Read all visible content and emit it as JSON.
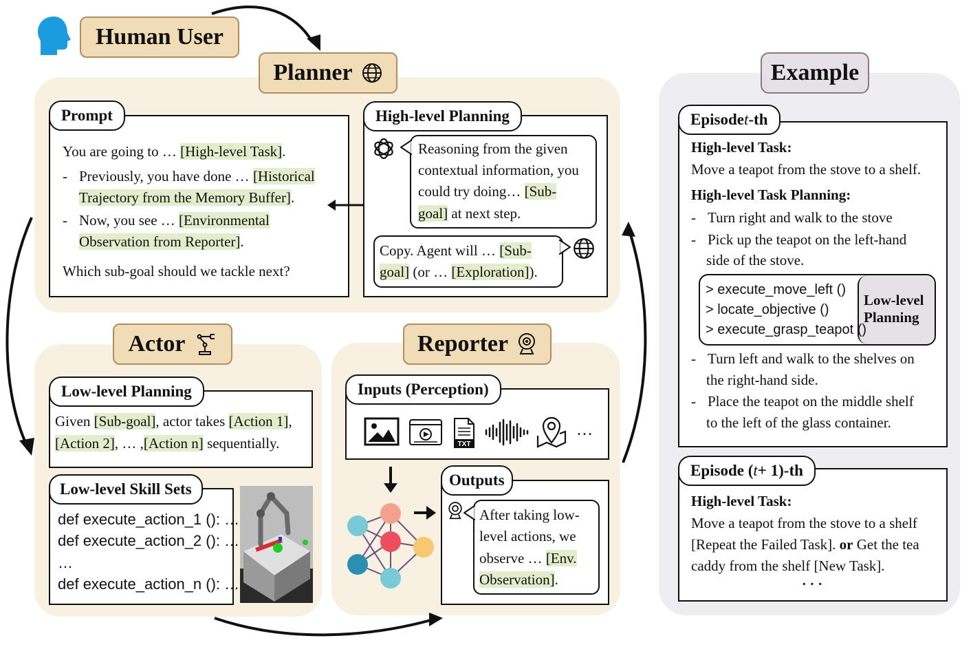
{
  "title_human": "Human User",
  "title_planner": "Planner",
  "title_actor": "Actor",
  "title_reporter": "Reporter",
  "title_example": "Example",
  "prompt": {
    "tab": "Prompt",
    "l1a": "You are going to … ",
    "l1b": "[High-level Task]",
    "l1c": ".",
    "l2a": "Previously, you have done … ",
    "l2b": "[Historical",
    "l3a": "Trajectory from the Memory Buffer]",
    "l3b": ".",
    "l4a": "Now, you see … ",
    "l4b": "[Environmental",
    "l5a": "Observation from Reporter]",
    "l5b": ".",
    "l6": "Which sub-goal should we tackle next?"
  },
  "hlp": {
    "tab": "High-level Planning",
    "b1l1": "Reasoning from the given",
    "b1l2": "contextual information, you",
    "b1l3a": "could try doing… ",
    "b1l3b": "[Sub-",
    "b1l4a": "goal]",
    "b1l4b": " at next step.",
    "b2l1a": "Copy. Agent will … ",
    "b2l1b": "[Sub-",
    "b2l2a": "goal]",
    "b2l2b": " (or … ",
    "b2l2c": "[Exploration]",
    "b2l2d": ")."
  },
  "llp": {
    "tab": "Low-level Planning",
    "l1a": "Given ",
    "l1b": "[Sub-goal]",
    "l1c": ", actor takes ",
    "l1d": "[Action 1]",
    "l1e": ",",
    "l2a": "[Action 2]",
    "l2b": ", … ,",
    "l2c": "[Action n]",
    "l2d": " sequentially."
  },
  "skills": {
    "tab": "Low-level Skill Sets",
    "c1": "def execute_action_1 (): …",
    "c2": "def execute_action_2 (): …",
    "c3": "…",
    "c4": "def execute_action_n (): …"
  },
  "inputs": {
    "tab": "Inputs (Perception)",
    "ellipsis": "…",
    "txt_label": "TXT"
  },
  "outputs": {
    "tab": "Outputs",
    "l1": "After taking low-",
    "l2": "level actions, we",
    "l3a": "observe … ",
    "l3b": "[Env.",
    "l4a": "Observation]",
    "l4b": "."
  },
  "example": {
    "ep1_tab_a": "Episode ",
    "ep1_tab_b": "t",
    "ep1_tab_c": "-th",
    "ep1_h1": "High-level Task:",
    "ep1_t1": "Move a teapot from the stove to a shelf.",
    "ep1_h2": "High-level Task Planning:",
    "ep1_s1": "Turn right and walk to the stove",
    "ep1_s2a": "Pick up the teapot on the left-hand",
    "ep1_s2b": "side of the stove.",
    "code1": "> execute_move_left ()",
    "code2": "> locate_objective ()",
    "code3": "> execute_grasp_teapot ()",
    "llp_label1": "Low-level",
    "llp_label2": "Planning",
    "ep1_s3a": "Turn left and walk to the shelves on",
    "ep1_s3b": "the right-hand side.",
    "ep1_s4a": "Place the teapot on the middle shelf",
    "ep1_s4b": "to the left of the glass container.",
    "ep2_tab_a": "Episode (",
    "ep2_tab_b": "t",
    "ep2_tab_c": " + 1)-th",
    "ep2_h1": "High-level Task:",
    "ep2_l1": "Move a teapot from the stove to a shelf",
    "ep2_l2a": "[Repeat the Failed Task]. ",
    "ep2_l2b": "or",
    "ep2_l2c": " Get the tea",
    "ep2_l3": "caddy from the shelf [New Task].",
    "ep2_dots": "· · ·"
  }
}
